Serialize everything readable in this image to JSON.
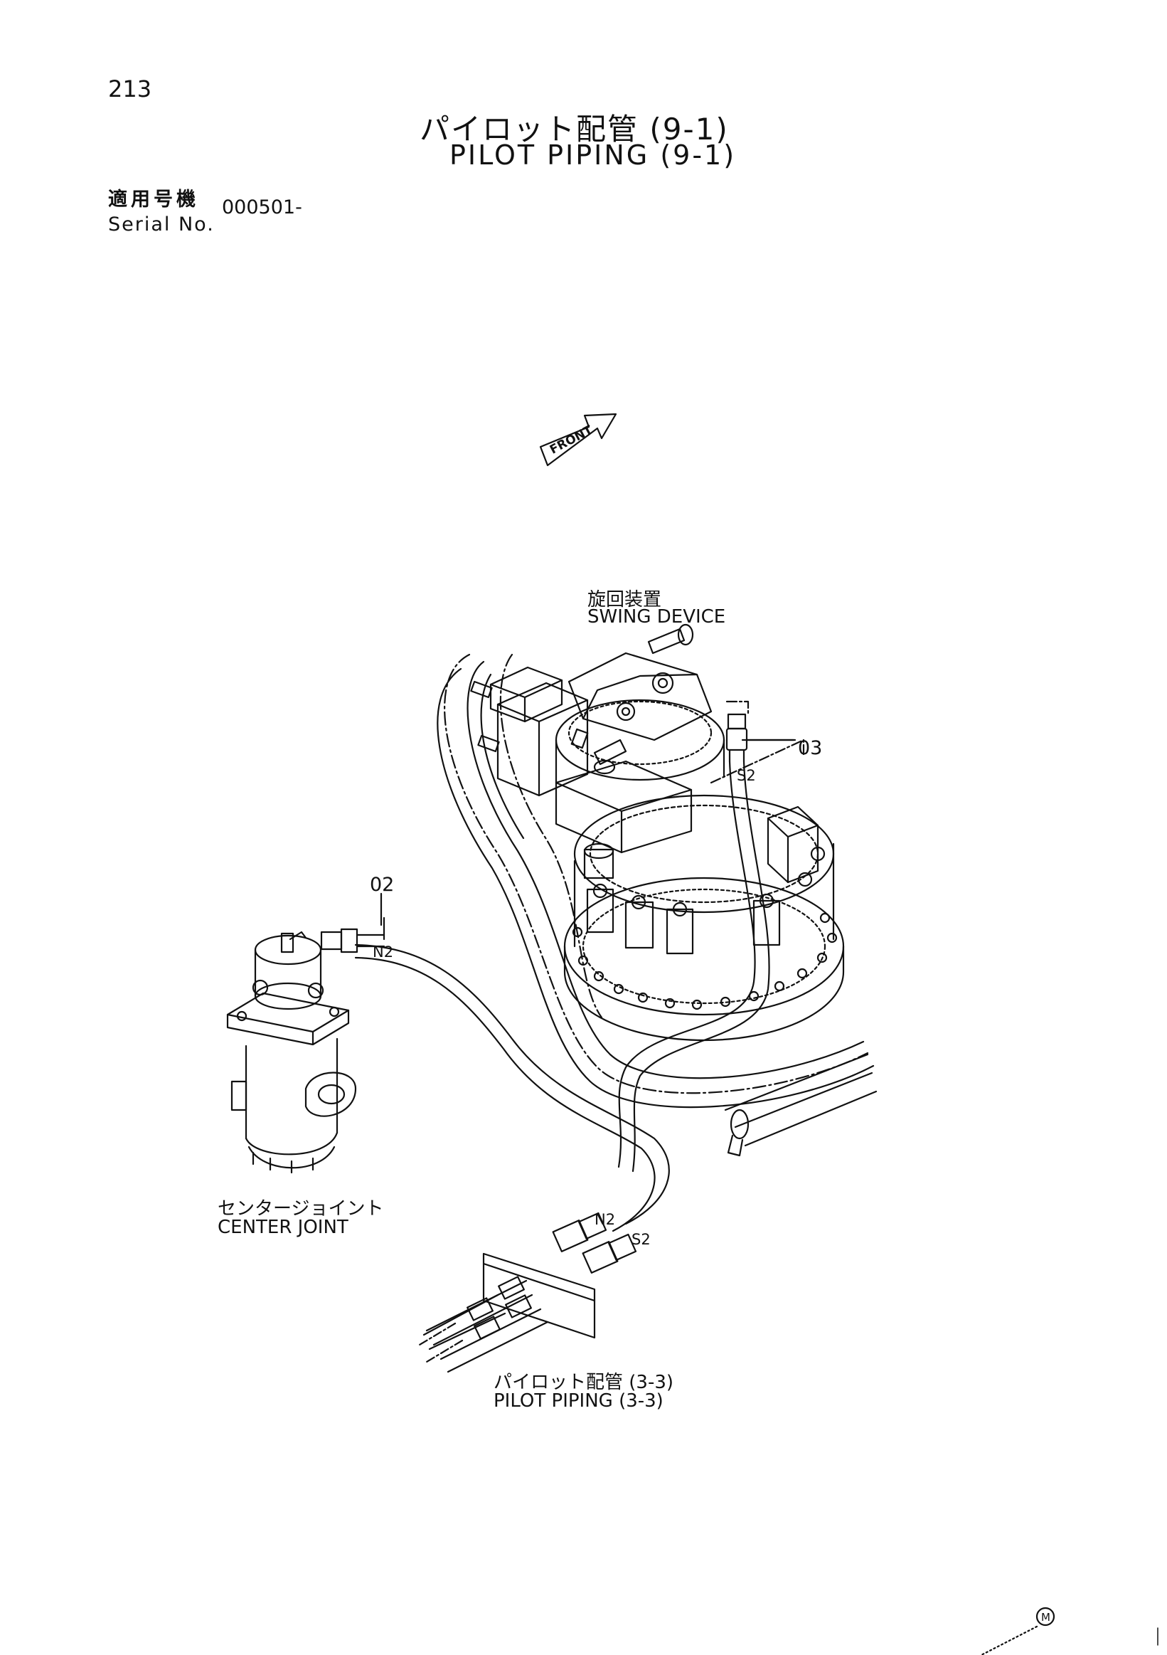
{
  "page_number": "213",
  "title": {
    "japanese": "パイロット配管 (9-1)",
    "english": "PILOT PIPING (9-1)"
  },
  "serial": {
    "label_japanese": "適用号機",
    "label_english": "Serial No.",
    "value": "000501-"
  },
  "front_indicator": "FRONT",
  "components": {
    "swing_device": {
      "japanese": "旋回装置",
      "english": "SWING DEVICE"
    },
    "center_joint": {
      "japanese": "センタージョイント",
      "english": "CENTER JOINT"
    },
    "pilot_piping_ref": {
      "japanese": "パイロット配管 (3-3)",
      "english": "PILOT PIPING (3-3)"
    }
  },
  "callouts": {
    "part_02": "02",
    "part_03": "03",
    "port_n2_top": "N2",
    "port_s2_top": "S2",
    "port_n2_bottom": "N2",
    "port_s2_bottom": "S2"
  },
  "corner_mark": "M"
}
